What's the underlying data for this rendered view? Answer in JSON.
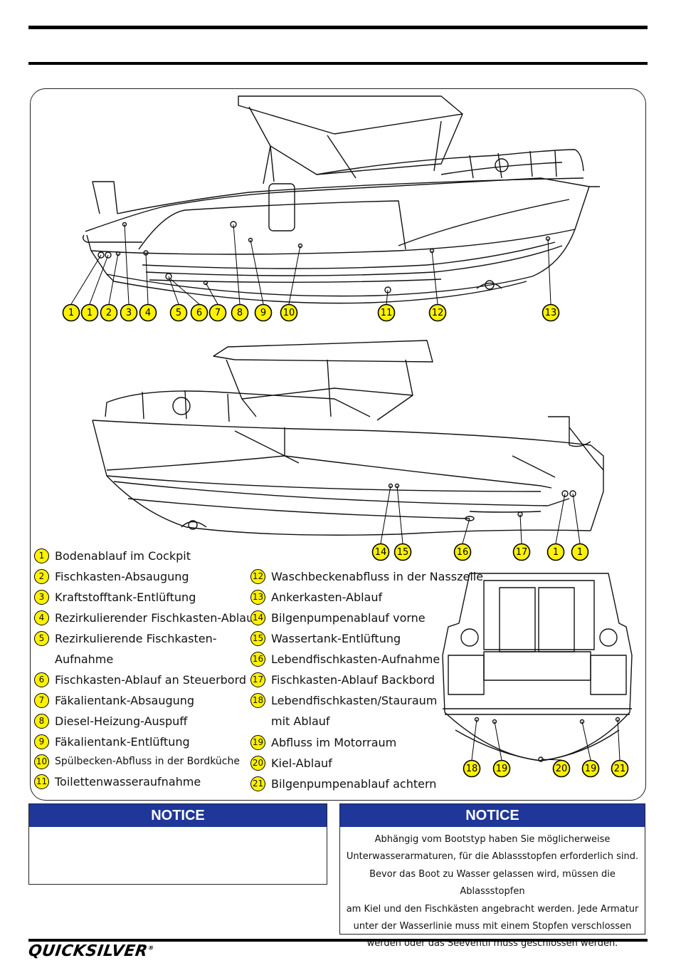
{
  "legend": [
    {
      "num": "1",
      "label": "Bodenablauf im Cockpit"
    },
    {
      "num": "2",
      "label": "Fischkasten-Absaugung"
    },
    {
      "num": "3",
      "label": "Kraftstofftank-Entlüftung"
    },
    {
      "num": "4",
      "label": "Rezirkulierender Fischkasten-Ablauf"
    },
    {
      "num": "5",
      "label": "Rezirkulierende Fischkasten-",
      "label2": "Aufnahme"
    },
    {
      "num": "6",
      "label": "Fischkasten-Ablauf an Steuerbord"
    },
    {
      "num": "7",
      "label": "Fäkalientank-Absaugung"
    },
    {
      "num": "8",
      "label": "Diesel-Heizung-Auspuff"
    },
    {
      "num": "9",
      "label": "Fäkalientank-Entlüftung"
    },
    {
      "num": "10",
      "label": "Spülbecken-Abfluss in der Bordküche"
    },
    {
      "num": "11",
      "label": "Toilettenwasseraufnahme"
    },
    {
      "num": "12",
      "label": "Waschbeckenabfluss in der Nasszelle"
    },
    {
      "num": "13",
      "label": "Ankerkasten-Ablauf"
    },
    {
      "num": "14",
      "label": "Bilgenpumpenablauf vorne"
    },
    {
      "num": "15",
      "label": "Wassertank-Entlüftung"
    },
    {
      "num": "16",
      "label": "Lebendfischkasten-Aufnahme"
    },
    {
      "num": "17",
      "label": "Fischkasten-Ablauf Backbord"
    },
    {
      "num": "18",
      "label": "Lebendfischkasten/Stauraum",
      "label2": "mit Ablauf"
    },
    {
      "num": "19",
      "label": "Abfluss im Motorraum"
    },
    {
      "num": "20",
      "label": "Kiel-Ablauf"
    },
    {
      "num": "21",
      "label": "Bilgenpumpenablauf achtern"
    }
  ],
  "callouts": {
    "top": [
      "1",
      "1",
      "2",
      "3",
      "4",
      "5",
      "6",
      "7",
      "8",
      "9",
      "10",
      "11",
      "12",
      "13"
    ],
    "middle": [
      "14",
      "15",
      "16",
      "17",
      "1",
      "1"
    ],
    "rear": [
      "18",
      "19",
      "20",
      "19",
      "21"
    ]
  },
  "notice_left": {
    "title": "NOTICE",
    "body": ""
  },
  "notice_right": {
    "title": "NOTICE",
    "lines": [
      "Abhängig vom Bootstyp haben Sie möglicherweise",
      "Unterwasserarmaturen, für die Ablassstopfen erforderlich sind.",
      "Bevor das Boot zu Wasser gelassen wird, müssen die Ablassstopfen",
      "am Kiel und den Fischkästen angebracht werden. Jede Armatur",
      "unter der Wasserlinie muss mit einem Stopfen verschlossen",
      "werden oder das Seeventil muss geschlossen werden."
    ]
  },
  "brand": {
    "name": "QUICKSILVER",
    "mark": "®"
  },
  "colors": {
    "callout_fill": "#fff200",
    "notice_header": "#1f3799"
  }
}
